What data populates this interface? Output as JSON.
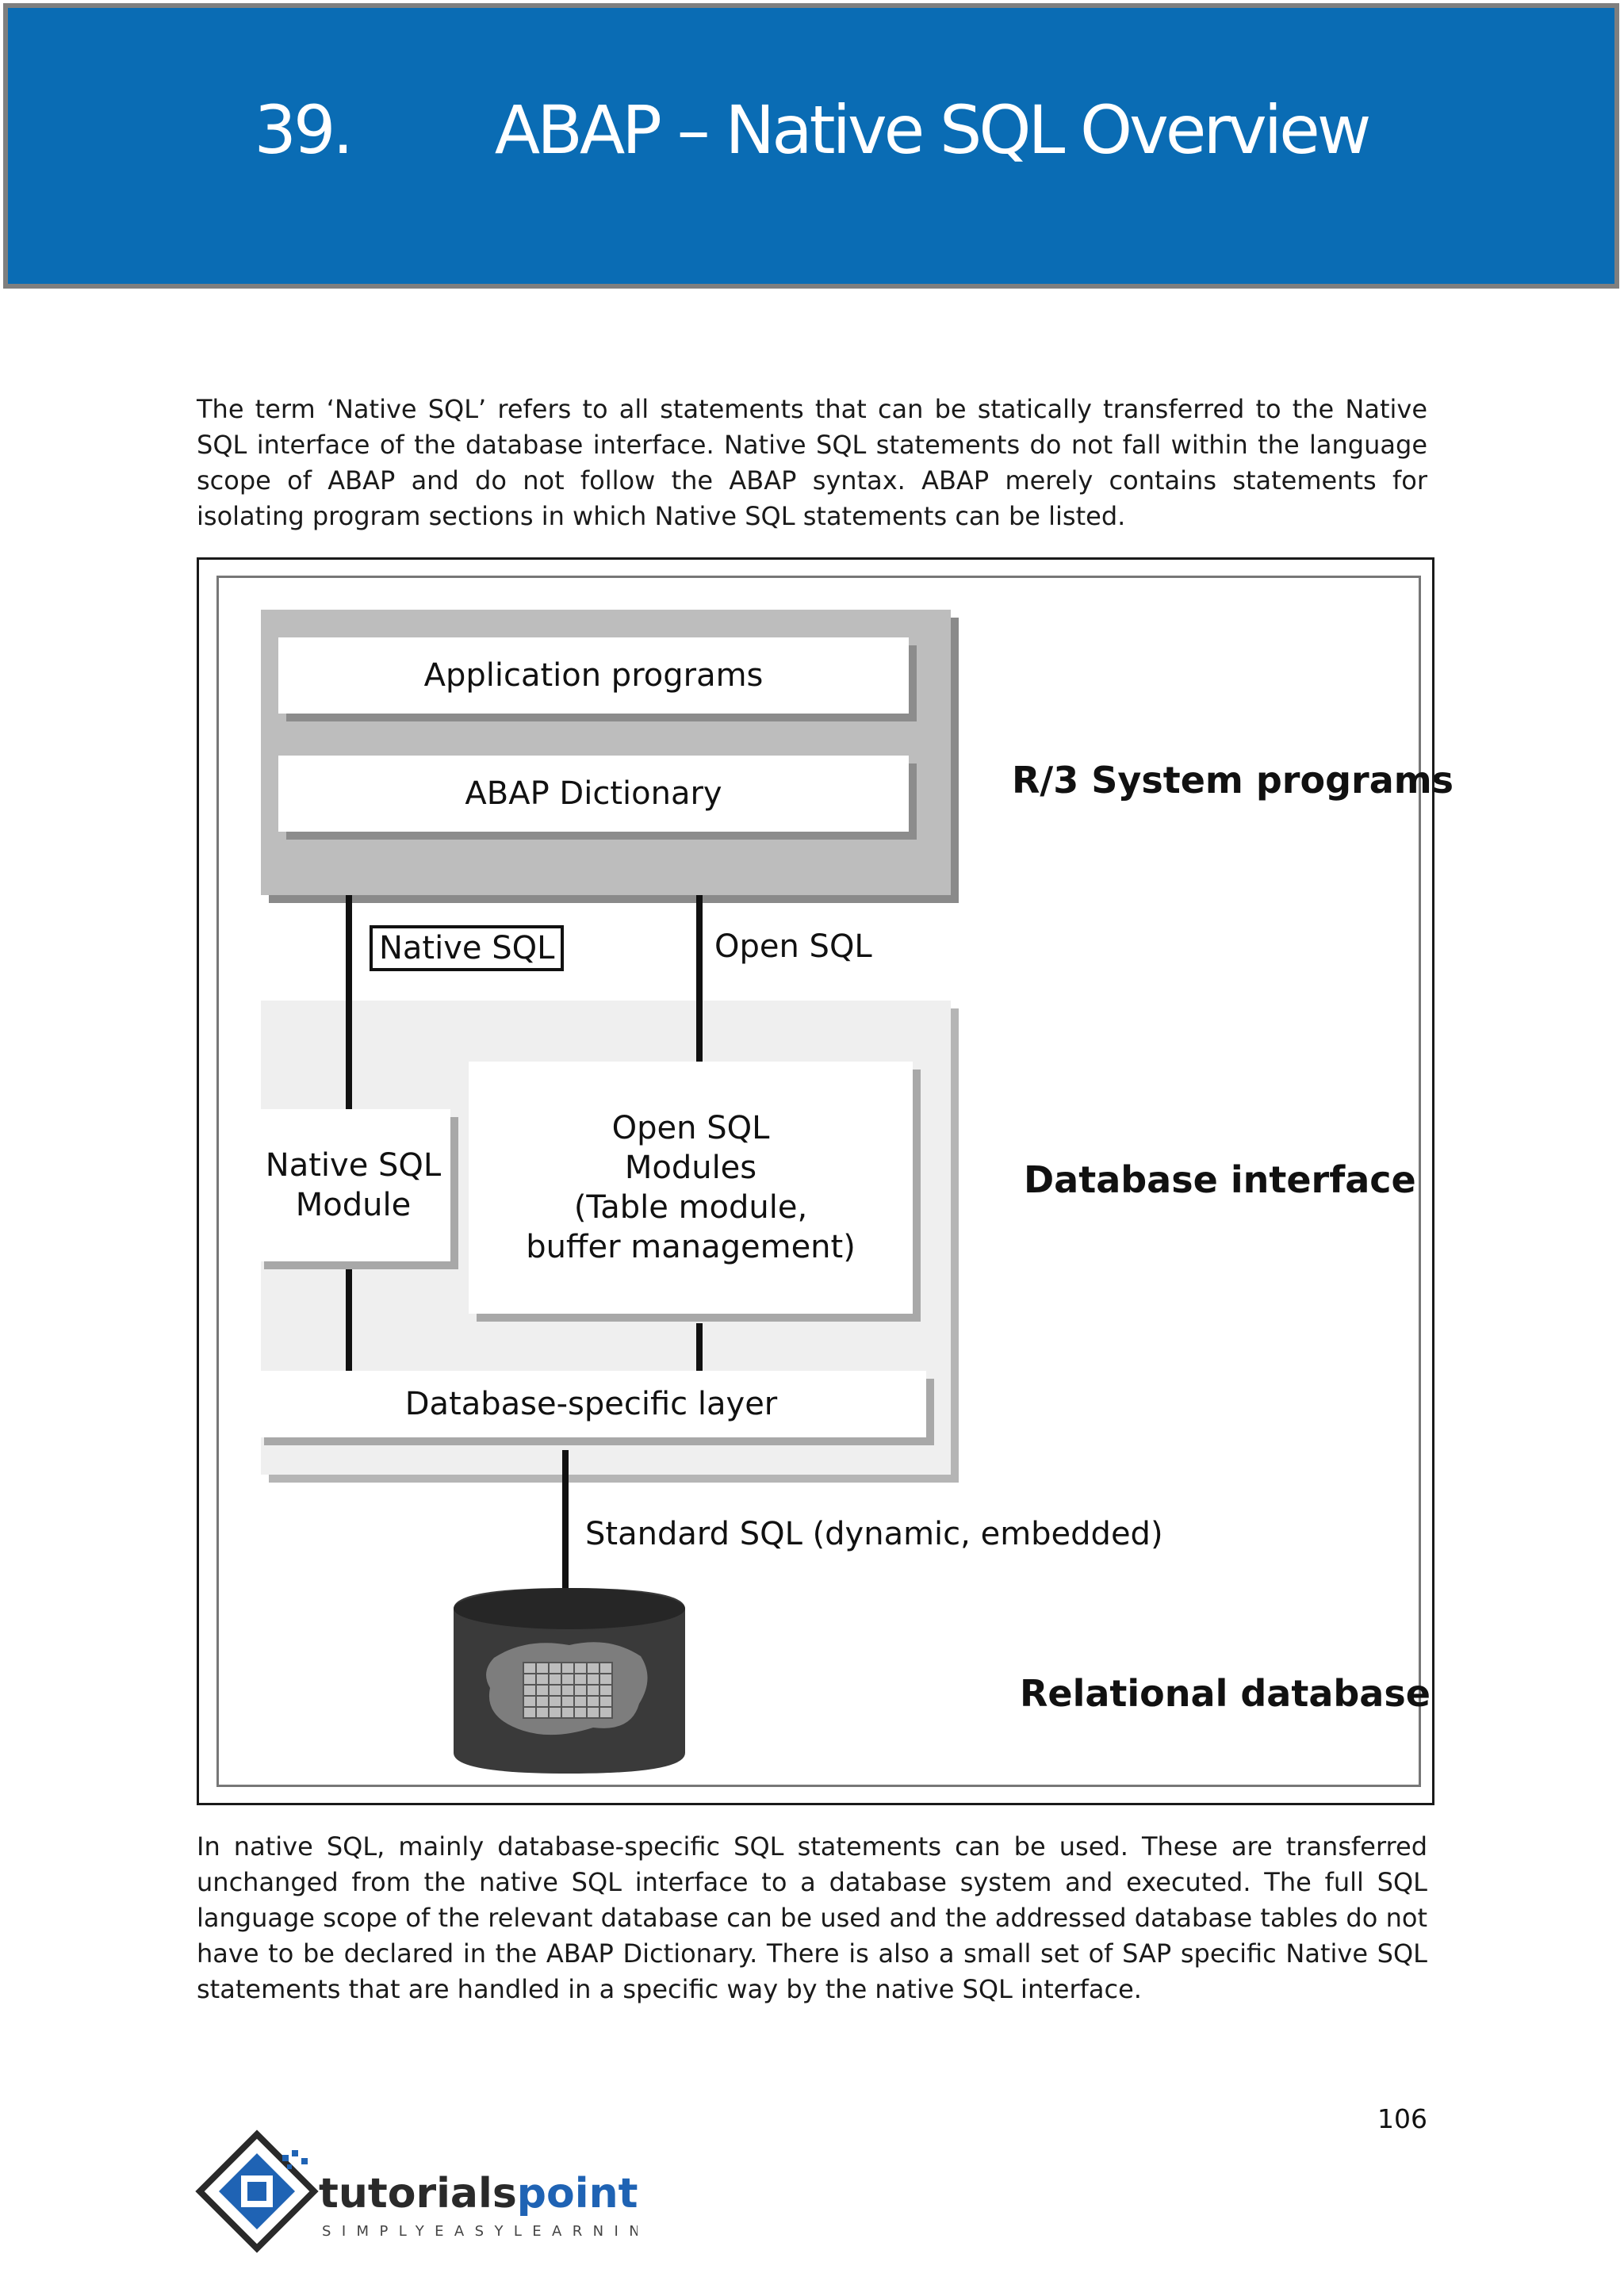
{
  "chapter": {
    "number": "39.",
    "title": "ABAP – Native SQL Overview"
  },
  "intro_paragraph": "The term ‘Native SQL’ refers to all statements that can be statically transferred to the Native SQL interface of the database interface. Native SQL statements do not fall within the language scope of ABAP and do not follow the ABAP syntax. ABAP merely contains statements for isolating program sections in which Native SQL statements can be listed.",
  "diagram": {
    "boxes": {
      "application_programs": "Application programs",
      "abap_dictionary": "ABAP Dictionary",
      "native_sql_module": "Native SQL\nModule",
      "open_sql_modules": "Open SQL\nModules\n(Table module,\nbuffer management)",
      "database_specific_layer": "Database-specific layer"
    },
    "connectors": {
      "native_sql": "Native SQL",
      "open_sql": "Open SQL",
      "standard_sql": "Standard SQL (dynamic, embedded)"
    },
    "layers": {
      "system_programs": "R/3 System programs",
      "database_interface": "Database interface",
      "relational_database": "Relational database"
    }
  },
  "body_paragraph": "In native SQL, mainly database-specific SQL statements can be used. These are transferred unchanged from the native SQL interface to a database system and executed. The full SQL language scope of the relevant database can be used and the addressed database tables do not have to be declared in the ABAP Dictionary. There is also a small set of SAP specific Native SQL statements that are handled in a specific way by the native SQL interface.",
  "footer": {
    "page_number": "106",
    "logo_name": "tutorialspoint",
    "logo_tagline": "SIMPLYEASYLEARNING"
  },
  "colors": {
    "banner": "#0a6cb4",
    "banner_border": "#7f7f7f",
    "logo_blue": "#1f63b4"
  }
}
